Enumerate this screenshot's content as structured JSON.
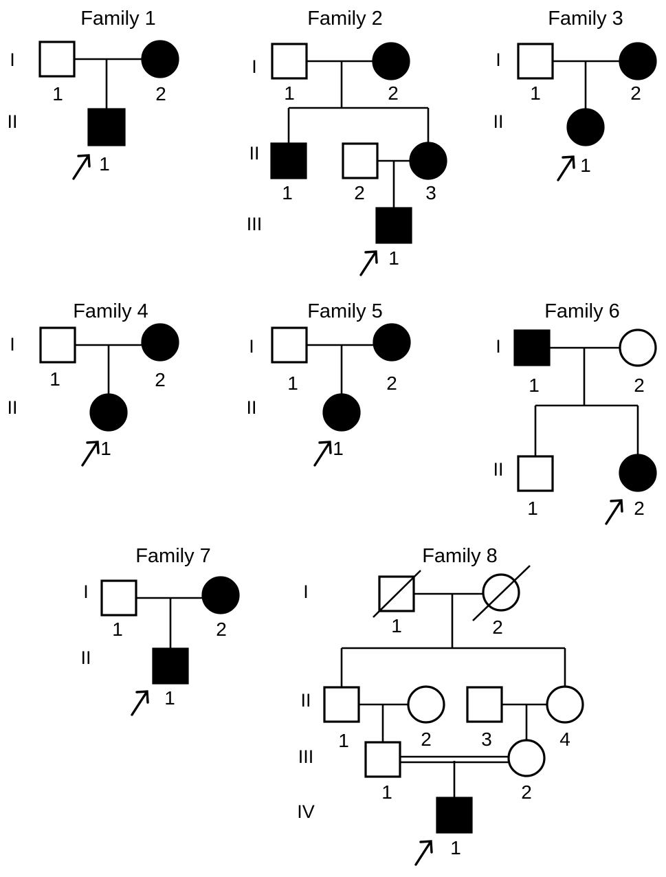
{
  "colors": {
    "affected": "#000000",
    "unaffected": "#ffffff",
    "line": "#000000"
  },
  "families": [
    {
      "title": "Family 1",
      "generations": [
        "I",
        "II"
      ],
      "individuals": [
        {
          "id": "I-1",
          "label": "1",
          "sex": "male",
          "affected": false
        },
        {
          "id": "I-2",
          "label": "2",
          "sex": "female",
          "affected": true
        },
        {
          "id": "II-1",
          "label": "1",
          "sex": "male",
          "affected": true,
          "proband": true
        }
      ]
    },
    {
      "title": "Family 2",
      "generations": [
        "I",
        "II",
        "III"
      ],
      "individuals": [
        {
          "id": "I-1",
          "label": "1",
          "sex": "male",
          "affected": false
        },
        {
          "id": "I-2",
          "label": "2",
          "sex": "female",
          "affected": true
        },
        {
          "id": "II-1",
          "label": "1",
          "sex": "male",
          "affected": true
        },
        {
          "id": "II-2",
          "label": "2",
          "sex": "male",
          "affected": false
        },
        {
          "id": "II-3",
          "label": "3",
          "sex": "female",
          "affected": true
        },
        {
          "id": "III-1",
          "label": "1",
          "sex": "male",
          "affected": true,
          "proband": true
        }
      ]
    },
    {
      "title": "Family 3",
      "generations": [
        "I",
        "II"
      ],
      "individuals": [
        {
          "id": "I-1",
          "label": "1",
          "sex": "male",
          "affected": false
        },
        {
          "id": "I-2",
          "label": "2",
          "sex": "female",
          "affected": true
        },
        {
          "id": "II-1",
          "label": "1",
          "sex": "female",
          "affected": true,
          "proband": true
        }
      ]
    },
    {
      "title": "Family 4",
      "generations": [
        "I",
        "II"
      ],
      "individuals": [
        {
          "id": "I-1",
          "label": "1",
          "sex": "male",
          "affected": false
        },
        {
          "id": "I-2",
          "label": "2",
          "sex": "female",
          "affected": true
        },
        {
          "id": "II-1",
          "label": "1",
          "sex": "female",
          "affected": true,
          "proband": true
        }
      ]
    },
    {
      "title": "Family 5",
      "generations": [
        "I",
        "II"
      ],
      "individuals": [
        {
          "id": "I-1",
          "label": "1",
          "sex": "male",
          "affected": false
        },
        {
          "id": "I-2",
          "label": "2",
          "sex": "female",
          "affected": true
        },
        {
          "id": "II-1",
          "label": "1",
          "sex": "female",
          "affected": true,
          "proband": true
        }
      ]
    },
    {
      "title": "Family 6",
      "generations": [
        "I",
        "II"
      ],
      "individuals": [
        {
          "id": "I-1",
          "label": "1",
          "sex": "male",
          "affected": true
        },
        {
          "id": "I-2",
          "label": "2",
          "sex": "female",
          "affected": false
        },
        {
          "id": "II-1",
          "label": "1",
          "sex": "male",
          "affected": false
        },
        {
          "id": "II-2",
          "label": "2",
          "sex": "female",
          "affected": true,
          "proband": true
        }
      ]
    },
    {
      "title": "Family 7",
      "generations": [
        "I",
        "II"
      ],
      "individuals": [
        {
          "id": "I-1",
          "label": "1",
          "sex": "male",
          "affected": false
        },
        {
          "id": "I-2",
          "label": "2",
          "sex": "female",
          "affected": true
        },
        {
          "id": "II-1",
          "label": "1",
          "sex": "male",
          "affected": true,
          "proband": true
        }
      ]
    },
    {
      "title": "Family 8",
      "generations": [
        "I",
        "II",
        "III",
        "IV"
      ],
      "individuals": [
        {
          "id": "I-1",
          "label": "1",
          "sex": "male",
          "affected": false,
          "deceased": true
        },
        {
          "id": "I-2",
          "label": "2",
          "sex": "female",
          "affected": false,
          "deceased": true
        },
        {
          "id": "II-1",
          "label": "1",
          "sex": "male",
          "affected": false
        },
        {
          "id": "II-2",
          "label": "2",
          "sex": "female",
          "affected": false
        },
        {
          "id": "II-3",
          "label": "3",
          "sex": "male",
          "affected": false
        },
        {
          "id": "II-4",
          "label": "4",
          "sex": "female",
          "affected": false
        },
        {
          "id": "III-1",
          "label": "1",
          "sex": "male",
          "affected": false
        },
        {
          "id": "III-2",
          "label": "2",
          "sex": "female",
          "affected": false
        },
        {
          "id": "IV-1",
          "label": "1",
          "sex": "male",
          "affected": true,
          "proband": true
        }
      ],
      "consanguineous": [
        "III-1",
        "III-2"
      ]
    }
  ]
}
